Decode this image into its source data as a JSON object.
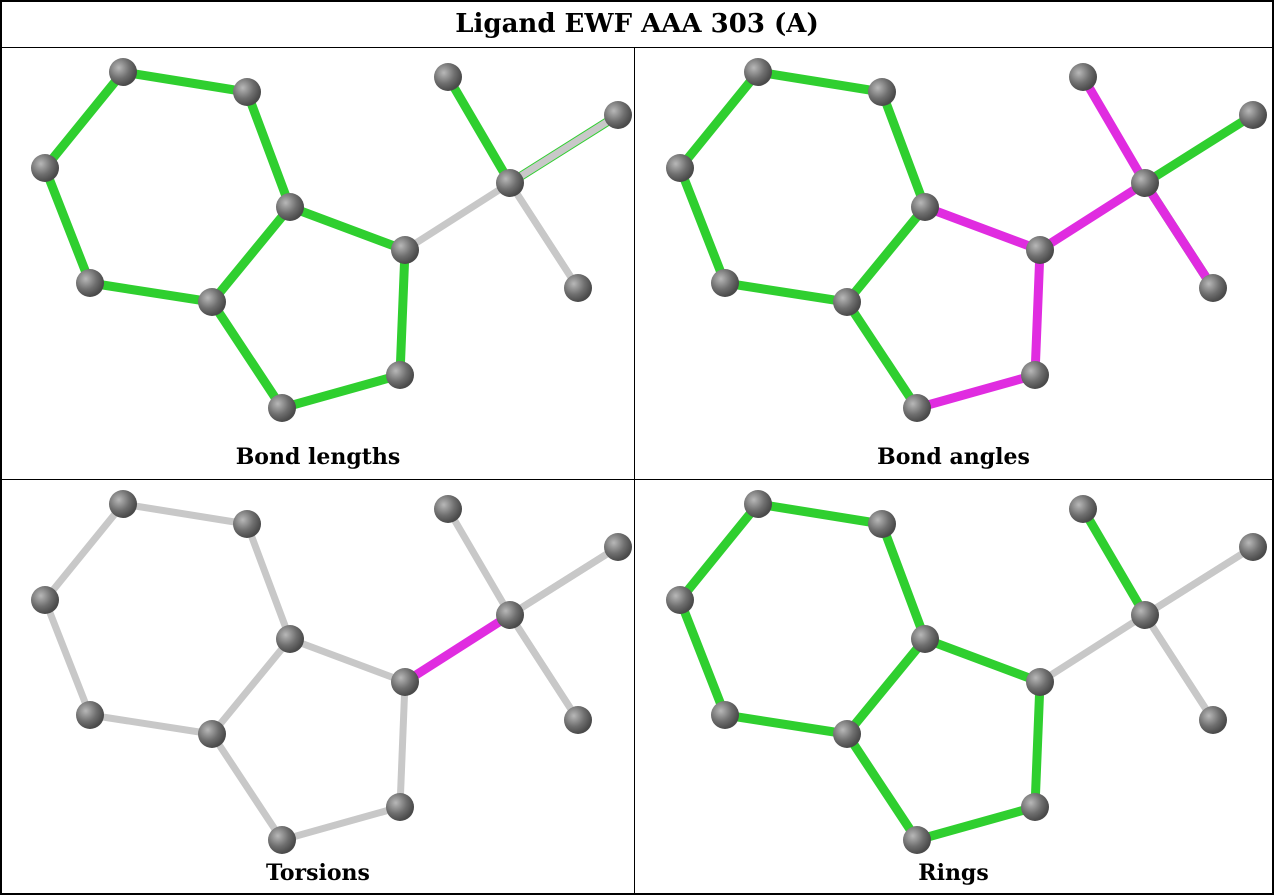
{
  "title": "Ligand EWF AAA 303 (A)",
  "colors": {
    "green": "#2fcf2f",
    "magenta": "#e02ce0",
    "gray": "#c8c8c8",
    "atom": "#6e6e6e"
  },
  "panels": [
    {
      "caption": "Bond lengths",
      "bonds": [
        "green",
        "green",
        "green",
        "green",
        "green",
        "green",
        "green",
        "green",
        "green",
        "green",
        "green",
        "gray",
        "green",
        "gray",
        "gray",
        "gray"
      ]
    },
    {
      "caption": "Bond angles",
      "bonds": [
        "green",
        "green",
        "green",
        "green",
        "green",
        "green",
        "green",
        "magenta",
        "magenta",
        "magenta",
        "magenta",
        "magenta",
        "gray",
        "green",
        "magenta",
        "green"
      ]
    },
    {
      "caption": "Torsions",
      "bonds": [
        "gray",
        "gray",
        "gray",
        "gray",
        "gray",
        "gray",
        "gray",
        "gray",
        "gray",
        "gray",
        "gray",
        "magenta",
        "gray",
        "gray",
        "gray",
        "gray"
      ]
    },
    {
      "caption": "Rings",
      "bonds": [
        "green",
        "green",
        "green",
        "green",
        "green",
        "green",
        "green",
        "green",
        "green",
        "green",
        "green",
        "gray",
        "gray",
        "gray",
        "gray",
        "gray"
      ]
    }
  ]
}
